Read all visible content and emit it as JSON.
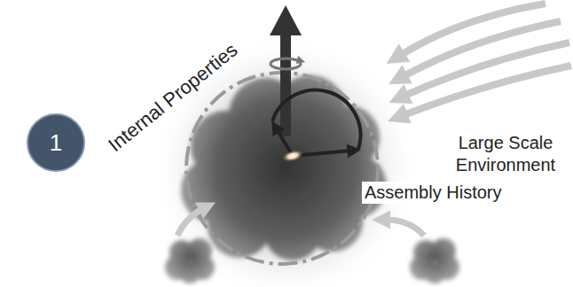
{
  "diagram": {
    "nodes": [
      {
        "text": [
          "1"
        ]
      }
    ],
    "labels": [
      "Internal Properties",
      "Large Scale Environment",
      "Assembly History"
    ]
  }
}
